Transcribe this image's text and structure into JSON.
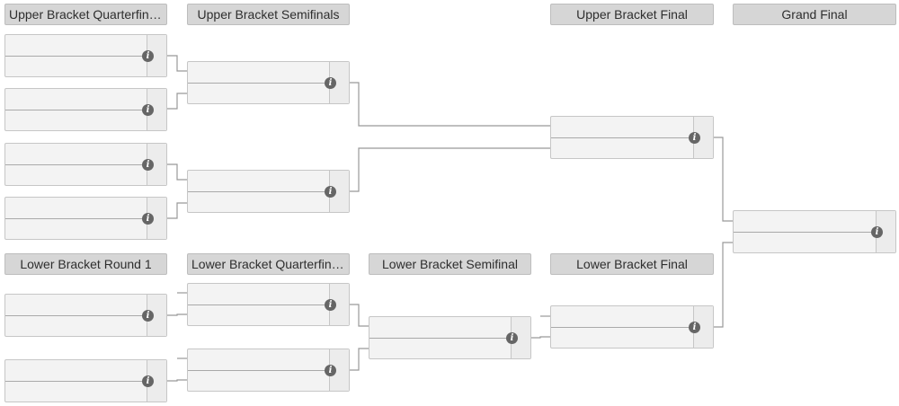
{
  "headers": [
    {
      "id": "ubqf",
      "label": "Upper Bracket Quarterfinals"
    },
    {
      "id": "ubsf",
      "label": "Upper Bracket Semifinals"
    },
    {
      "id": "ubf",
      "label": "Upper Bracket Final"
    },
    {
      "id": "gf",
      "label": "Grand Final"
    },
    {
      "id": "lbr1",
      "label": "Lower Bracket Round 1"
    },
    {
      "id": "lbqf",
      "label": "Lower Bracket Quarterfinals"
    },
    {
      "id": "lbsf",
      "label": "Lower Bracket Semifinal"
    },
    {
      "id": "lbf",
      "label": "Lower Bracket Final"
    }
  ],
  "matches": [
    {
      "id": "ubqf1",
      "round": "ubqf"
    },
    {
      "id": "ubqf2",
      "round": "ubqf"
    },
    {
      "id": "ubqf3",
      "round": "ubqf"
    },
    {
      "id": "ubqf4",
      "round": "ubqf"
    },
    {
      "id": "ubsf1",
      "round": "ubsf"
    },
    {
      "id": "ubsf2",
      "round": "ubsf"
    },
    {
      "id": "ubf1",
      "round": "ubf"
    },
    {
      "id": "gf1",
      "round": "gf"
    },
    {
      "id": "lbr1a",
      "round": "lbr1"
    },
    {
      "id": "lbr1b",
      "round": "lbr1"
    },
    {
      "id": "lbqf1",
      "round": "lbqf"
    },
    {
      "id": "lbqf2",
      "round": "lbqf"
    },
    {
      "id": "lbsf1",
      "round": "lbsf"
    },
    {
      "id": "lbf1",
      "round": "lbf"
    }
  ],
  "info_glyph": "i",
  "icons": {
    "match_info": "info-icon"
  },
  "colors": {
    "header_bg": "#d6d6d6",
    "match_bg": "#f3f3f3",
    "connector": "#999999",
    "info_icon": "#666666"
  }
}
